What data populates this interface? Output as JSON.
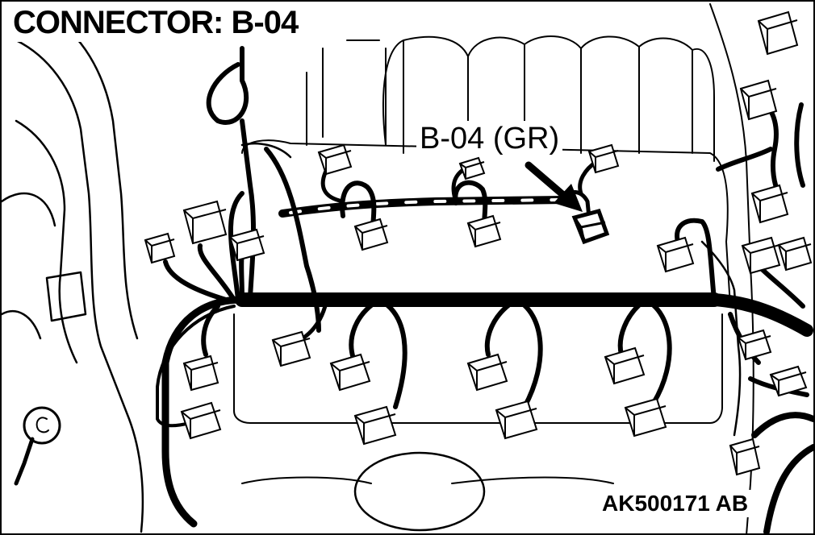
{
  "title": "CONNECTOR: B-04",
  "callout": "B-04 (GR)",
  "reference": "AK500171 AB"
}
